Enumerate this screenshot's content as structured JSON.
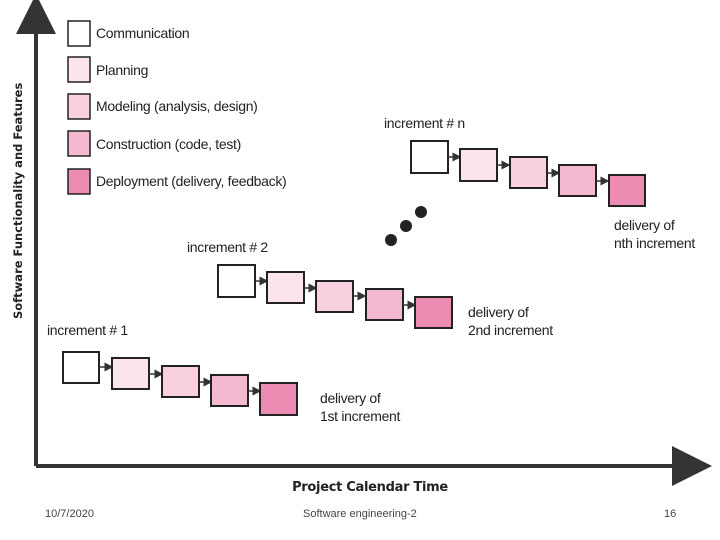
{
  "legend": [
    {
      "label": "Communication",
      "color": "#ffffff"
    },
    {
      "label": "Planning",
      "color": "#fce4ec"
    },
    {
      "label": "Modeling (analysis, design)",
      "color": "#f8d0e0"
    },
    {
      "label": "Construction (code, test)",
      "color": "#f4b8d0"
    },
    {
      "label": "Deployment (delivery, feedback)",
      "color": "#ec8cb2"
    }
  ],
  "axes": {
    "y_label": "Software Functionality and Features",
    "x_label": "Project Calendar Time"
  },
  "increments": [
    {
      "title": "increment # 1",
      "delivery": [
        "delivery of",
        "1st increment"
      ]
    },
    {
      "title": "increment # 2",
      "delivery": [
        "delivery of",
        "2nd increment"
      ]
    },
    {
      "title": "increment # n",
      "delivery": [
        "delivery of",
        "nth increment"
      ]
    }
  ],
  "footer": {
    "date": "10/7/2020",
    "course": "Software engineering-2",
    "page": "16"
  }
}
